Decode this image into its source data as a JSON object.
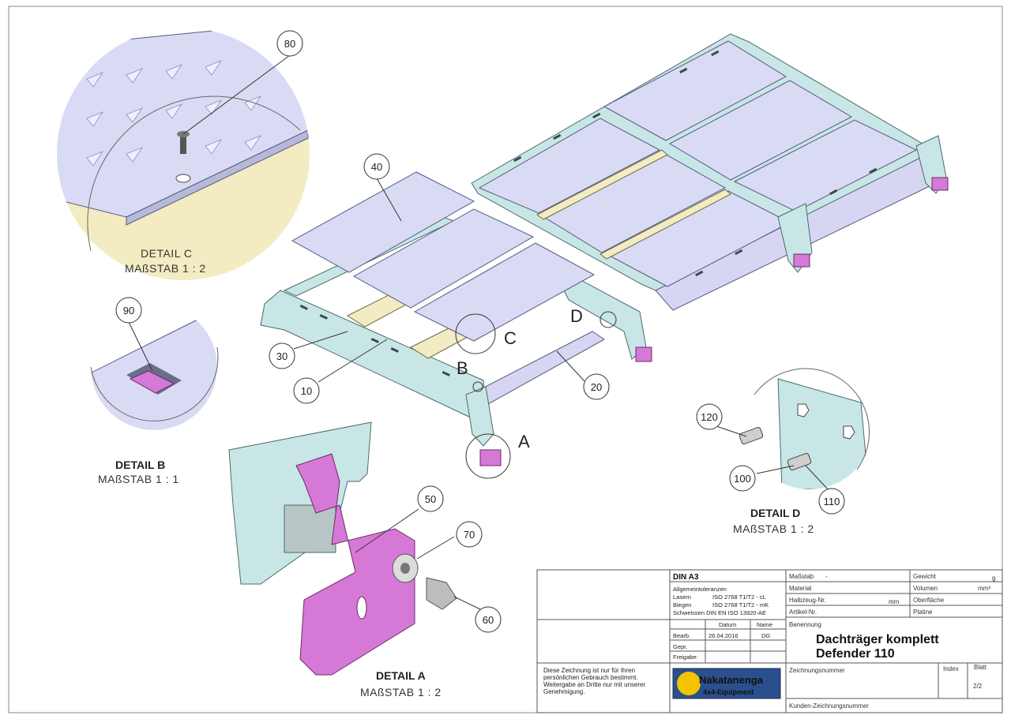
{
  "balloons": {
    "b10": "10",
    "b20": "20",
    "b30": "30",
    "b40": "40",
    "b50": "50",
    "b60": "60",
    "b70": "70",
    "b80": "80",
    "b90": "90",
    "b100": "100",
    "b110": "110",
    "b120": "120"
  },
  "views": {
    "a": "A",
    "b": "B",
    "c": "C",
    "d": "D"
  },
  "details": {
    "a": {
      "title": "DETAIL A",
      "scale": "MAßSTAB 1 : 2"
    },
    "b": {
      "title": "DETAIL B",
      "scale": "MAßSTAB 1 : 1"
    },
    "c": {
      "title": "DETAIL C",
      "scale": "MAßSTAB 1 : 2"
    },
    "d": {
      "title": "DETAIL D",
      "scale": "MAßSTAB 1 : 2"
    }
  },
  "title_block": {
    "format": "DIN A3",
    "tolerances_heading": "Allgemeintoleranzen",
    "laser_label": "Lasern",
    "laser_value": "ISO 2768 T1/T2 - cL",
    "bending_label": "Biegen",
    "bending_value": "ISO 2768 T1/T2 - mK",
    "welding_value": "Schweissen DIN EN ISO 13920-AE",
    "date_header": "Datum",
    "name_header": "Name",
    "edited_label": "Bearb.",
    "edited_date": "26.04.2016",
    "edited_name": "DG",
    "checked_label": "Gepr.",
    "release_label": "Freigabe:",
    "scale_label": "Maßstab",
    "scale_value": "-",
    "weight_label": "Gewicht",
    "weight_unit": "g",
    "material_label": "Material",
    "volume_label": "Volumen",
    "volume_unit": "mm³",
    "semi_label": "Halbzeug-Nr.",
    "semi_unit": "mm",
    "surface_label": "Oberfläche",
    "article_label": "Artikel-Nr.",
    "article_value": "Platine",
    "designation_label": "Benennung",
    "designation_line1": "Dachträger komplett",
    "designation_line2": "Defender 110",
    "notice_line1": "Diese Zeichnung ist nur für Ihren",
    "notice_line2": "persönlichen Gebrauch bestimmt.",
    "notice_line3": "Weitergabe an Dritte nur mit unserer",
    "notice_line4": "Genehmigung.",
    "logo_line1": "Nakatanenga",
    "logo_line2": "4x4-Equipment",
    "drawing_no_label": "Zeichnungsnummer",
    "index_label": "Index",
    "sheet_label": "Blatt",
    "sheet_value": "2/2",
    "customer_no_label": "Kunden-Zeichnungsnummer"
  },
  "colors": {
    "frame": "#c9e6e6",
    "plate": "#d9dbf5",
    "rail": "#f3ecc2",
    "pink": "#d679d6",
    "logo_bg": "#2b4f8c",
    "logo_text": "#f2c400"
  }
}
